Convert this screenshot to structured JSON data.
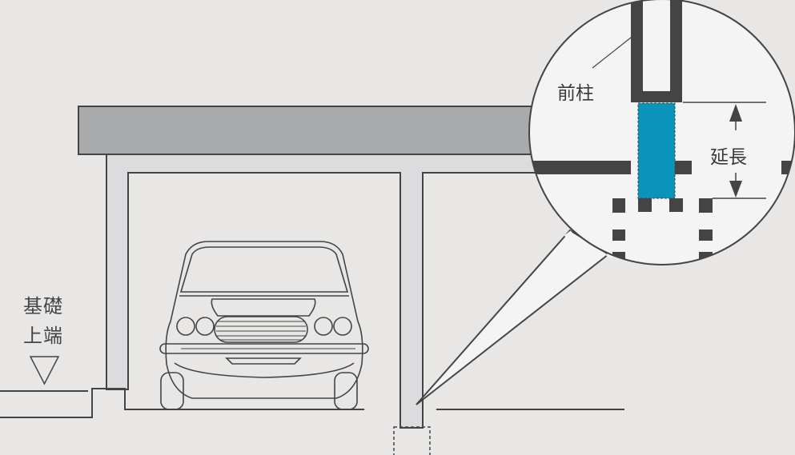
{
  "labels": {
    "foundation_line1": "基礎",
    "foundation_line2": "上端",
    "front_post": "前柱",
    "extension": "延長"
  },
  "colors": {
    "background": "#e8e7e6",
    "roof": "#a9aaab",
    "structure": "#dcdcde",
    "line": "#444444",
    "magnifier_fill": "#f4f4f4",
    "extension_highlight": "#0a93bb"
  }
}
